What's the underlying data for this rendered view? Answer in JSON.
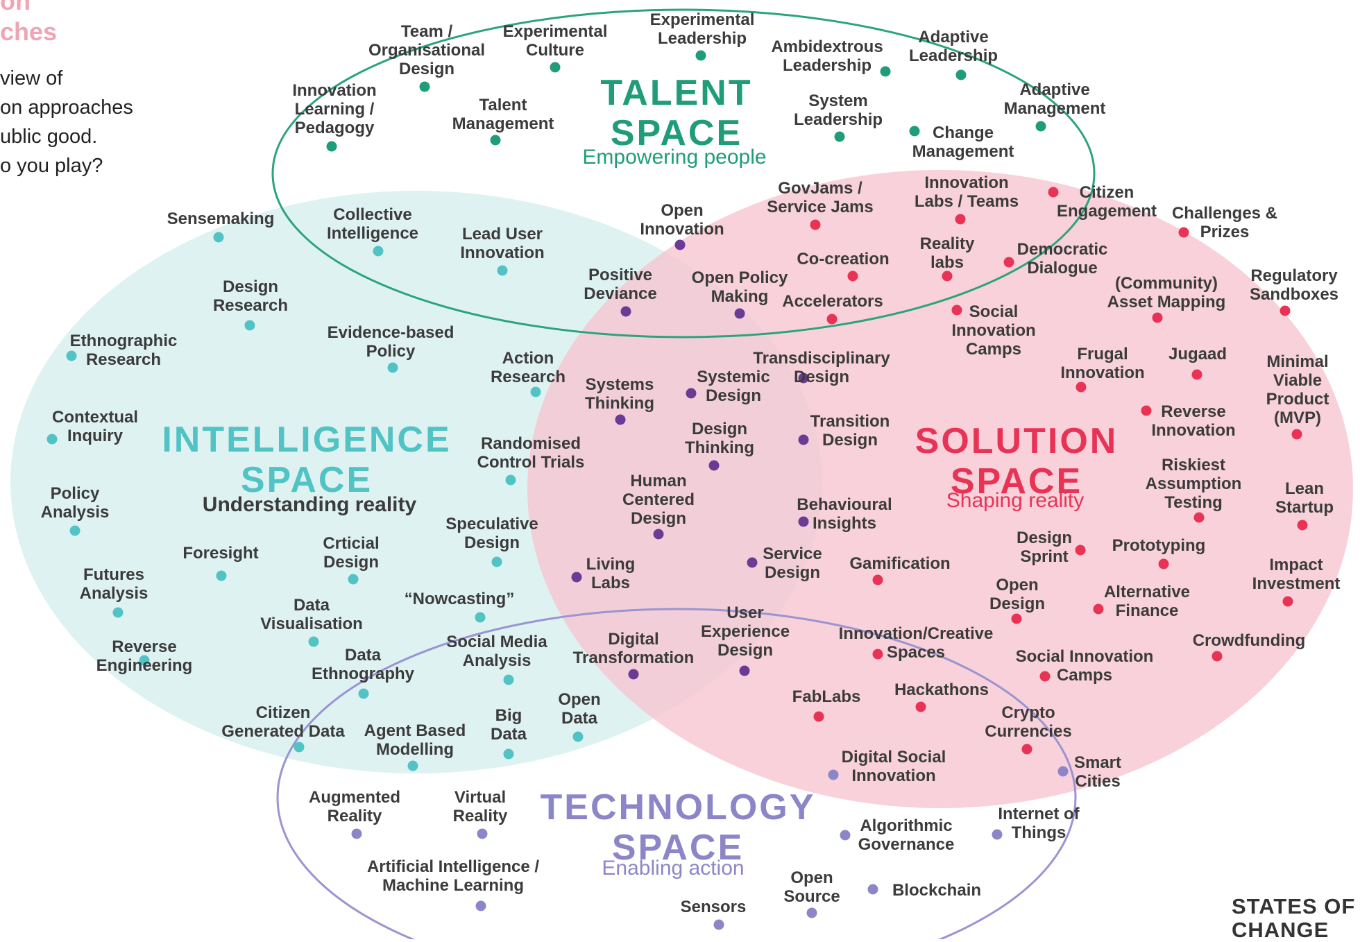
{
  "corner_text": [
    "on",
    "ches"
  ],
  "intro_lines": [
    "view of",
    "on approaches",
    "ublic good.",
    "o you play?"
  ],
  "colors": {
    "talent": "#1f9c79",
    "intelligence": "#52c3c4",
    "solution": "#e83355",
    "technology": "#8c86c9",
    "purple_dot": "#6b3a95",
    "label": "#3b3b3b"
  },
  "spaces": {
    "talent": {
      "title_lines": [
        "TALENT",
        "SPACE"
      ],
      "subtitle": "Empowering people"
    },
    "intelligence": {
      "title_lines": [
        "INTELLIGENCE",
        "SPACE"
      ],
      "subtitle": "Understanding reality"
    },
    "solution": {
      "title_lines": [
        "SOLUTION",
        "SPACE"
      ],
      "subtitle": "Shaping reality"
    },
    "technology": {
      "title_lines": [
        "TECHNOLOGY",
        "SPACE"
      ],
      "subtitle": "Enabling action"
    }
  },
  "approaches": [
    {
      "lines": [
        "Team /",
        "Organisational",
        "Design"
      ],
      "group": "talent"
    },
    {
      "lines": [
        "Experimental",
        "Culture"
      ],
      "group": "talent"
    },
    {
      "lines": [
        "Experimental",
        "Leadership"
      ],
      "group": "talent"
    },
    {
      "lines": [
        "Ambidextrous",
        "Leadership"
      ],
      "group": "talent"
    },
    {
      "lines": [
        "Adaptive",
        "Leadership"
      ],
      "group": "talent"
    },
    {
      "lines": [
        "Innovation",
        "Learning /",
        "Pedagogy"
      ],
      "group": "talent"
    },
    {
      "lines": [
        "Talent",
        "Management"
      ],
      "group": "talent"
    },
    {
      "lines": [
        "System",
        "Leadership"
      ],
      "group": "talent"
    },
    {
      "lines": [
        "Adaptive",
        "Management"
      ],
      "group": "talent"
    },
    {
      "lines": [
        "Change",
        "Management"
      ],
      "group": "talent"
    },
    {
      "lines": [
        "Sensemaking"
      ],
      "group": "intelligence"
    },
    {
      "lines": [
        "Collective",
        "Intelligence"
      ],
      "group": "intelligence"
    },
    {
      "lines": [
        "Lead User",
        "Innovation"
      ],
      "group": "intelligence"
    },
    {
      "lines": [
        "Design",
        "Research"
      ],
      "group": "intelligence"
    },
    {
      "lines": [
        "Ethnographic",
        "Research"
      ],
      "group": "intelligence"
    },
    {
      "lines": [
        "Evidence-based",
        "Policy"
      ],
      "group": "intelligence"
    },
    {
      "lines": [
        "Action",
        "Research"
      ],
      "group": "intelligence"
    },
    {
      "lines": [
        "Contextual",
        "Inquiry"
      ],
      "group": "intelligence"
    },
    {
      "lines": [
        "Randomised",
        "Control Trials"
      ],
      "group": "intelligence"
    },
    {
      "lines": [
        "Policy",
        "Analysis"
      ],
      "group": "intelligence"
    },
    {
      "lines": [
        "Speculative",
        "Design"
      ],
      "group": "intelligence"
    },
    {
      "lines": [
        "Foresight"
      ],
      "group": "intelligence"
    },
    {
      "lines": [
        "Crticial",
        "Design"
      ],
      "group": "intelligence"
    },
    {
      "lines": [
        "Futures",
        "Analysis"
      ],
      "group": "intelligence"
    },
    {
      "lines": [
        "Data",
        "Visualisation"
      ],
      "group": "intelligence"
    },
    {
      "lines": [
        "“Nowcasting”"
      ],
      "group": "intelligence"
    },
    {
      "lines": [
        "Reverse",
        "Engineering"
      ],
      "group": "intelligence"
    },
    {
      "lines": [
        "Data",
        "Ethnography"
      ],
      "group": "intelligence"
    },
    {
      "lines": [
        "Social Media",
        "Analysis"
      ],
      "group": "intelligence"
    },
    {
      "lines": [
        "Citizen",
        "Generated Data"
      ],
      "group": "intelligence"
    },
    {
      "lines": [
        "Agent Based",
        "Modelling"
      ],
      "group": "intelligence"
    },
    {
      "lines": [
        "Big",
        "Data"
      ],
      "group": "intelligence"
    },
    {
      "lines": [
        "Open",
        "Data"
      ],
      "group": "intelligence"
    },
    {
      "lines": [
        "Open",
        "Innovation"
      ],
      "group": "purple"
    },
    {
      "lines": [
        "Positive",
        "Deviance"
      ],
      "group": "purple"
    },
    {
      "lines": [
        "Open Policy",
        "Making"
      ],
      "group": "purple"
    },
    {
      "lines": [
        "Systems",
        "Thinking"
      ],
      "group": "purple"
    },
    {
      "lines": [
        "Systemic",
        "Design"
      ],
      "group": "purple"
    },
    {
      "lines": [
        "Transdisciplinary",
        "Design"
      ],
      "group": "purple"
    },
    {
      "lines": [
        "Transition",
        "Design"
      ],
      "group": "purple"
    },
    {
      "lines": [
        "Design",
        "Thinking"
      ],
      "group": "purple"
    },
    {
      "lines": [
        "Human",
        "Centered",
        "Design"
      ],
      "group": "purple"
    },
    {
      "lines": [
        "Behavioural",
        "Insights"
      ],
      "group": "purple"
    },
    {
      "lines": [
        "Living",
        "Labs"
      ],
      "group": "purple"
    },
    {
      "lines": [
        "Service",
        "Design"
      ],
      "group": "purple"
    },
    {
      "lines": [
        "Digital",
        "Transformation"
      ],
      "group": "purple"
    },
    {
      "lines": [
        "User",
        "Experience",
        "Design"
      ],
      "group": "purple"
    },
    {
      "lines": [
        "GovJams /",
        "Service Jams"
      ],
      "group": "solution"
    },
    {
      "lines": [
        "Innovation",
        "Labs / Teams"
      ],
      "group": "solution"
    },
    {
      "lines": [
        "Citizen",
        "Engagement"
      ],
      "group": "solution"
    },
    {
      "lines": [
        "Challenges &",
        "Prizes"
      ],
      "group": "solution"
    },
    {
      "lines": [
        "Co-creation"
      ],
      "group": "solution"
    },
    {
      "lines": [
        "Reality",
        "labs"
      ],
      "group": "solution"
    },
    {
      "lines": [
        "Democratic",
        "Dialogue"
      ],
      "group": "solution"
    },
    {
      "lines": [
        "(Community)",
        "Asset Mapping"
      ],
      "group": "solution"
    },
    {
      "lines": [
        "Regulatory",
        "Sandboxes"
      ],
      "group": "solution"
    },
    {
      "lines": [
        "Accelerators"
      ],
      "group": "solution"
    },
    {
      "lines": [
        "Social",
        "Innovation",
        "Camps"
      ],
      "group": "solution"
    },
    {
      "lines": [
        "Frugal",
        "Innovation"
      ],
      "group": "solution"
    },
    {
      "lines": [
        "Jugaad"
      ],
      "group": "solution"
    },
    {
      "lines": [
        "Minimal",
        "Viable",
        "Product",
        "(MVP)"
      ],
      "group": "solution"
    },
    {
      "lines": [
        "Reverse",
        "Innovation"
      ],
      "group": "solution"
    },
    {
      "lines": [
        "Riskiest",
        "Assumption",
        "Testing"
      ],
      "group": "solution"
    },
    {
      "lines": [
        "Lean",
        "Startup"
      ],
      "group": "solution"
    },
    {
      "lines": [
        "Design",
        "Sprint"
      ],
      "group": "solution"
    },
    {
      "lines": [
        "Prototyping"
      ],
      "group": "solution"
    },
    {
      "lines": [
        "Gamification"
      ],
      "group": "solution"
    },
    {
      "lines": [
        "Impact",
        "Investment"
      ],
      "group": "solution"
    },
    {
      "lines": [
        "Open",
        "Design"
      ],
      "group": "solution"
    },
    {
      "lines": [
        "Alternative",
        "Finance"
      ],
      "group": "solution"
    },
    {
      "lines": [
        "Innovation/Creative",
        "Spaces"
      ],
      "group": "solution"
    },
    {
      "lines": [
        "Crowdfunding"
      ],
      "group": "solution"
    },
    {
      "lines": [
        "Social Innovation",
        "Camps"
      ],
      "group": "solution"
    },
    {
      "lines": [
        "FabLabs"
      ],
      "group": "solution"
    },
    {
      "lines": [
        "Hackathons"
      ],
      "group": "solution"
    },
    {
      "lines": [
        "Crypto",
        "Currencies"
      ],
      "group": "solution"
    },
    {
      "lines": [
        "Digital Social",
        "Innovation"
      ],
      "group": "technology"
    },
    {
      "lines": [
        "Smart",
        "Cities"
      ],
      "group": "technology"
    },
    {
      "lines": [
        "Augmented",
        "Reality"
      ],
      "group": "technology"
    },
    {
      "lines": [
        "Virtual",
        "Reality"
      ],
      "group": "technology"
    },
    {
      "lines": [
        "Internet of",
        "Things"
      ],
      "group": "technology"
    },
    {
      "lines": [
        "Algorithmic",
        "Governance"
      ],
      "group": "technology"
    },
    {
      "lines": [
        "Artificial Intelligence /",
        "Machine Learning"
      ],
      "group": "technology"
    },
    {
      "lines": [
        "Open",
        "Source"
      ],
      "group": "technology"
    },
    {
      "lines": [
        "Blockchain"
      ],
      "group": "technology"
    },
    {
      "lines": [
        "Sensors"
      ],
      "group": "technology"
    }
  ],
  "brand": {
    "lines": [
      "STATES OF",
      "CHANGE"
    ]
  }
}
